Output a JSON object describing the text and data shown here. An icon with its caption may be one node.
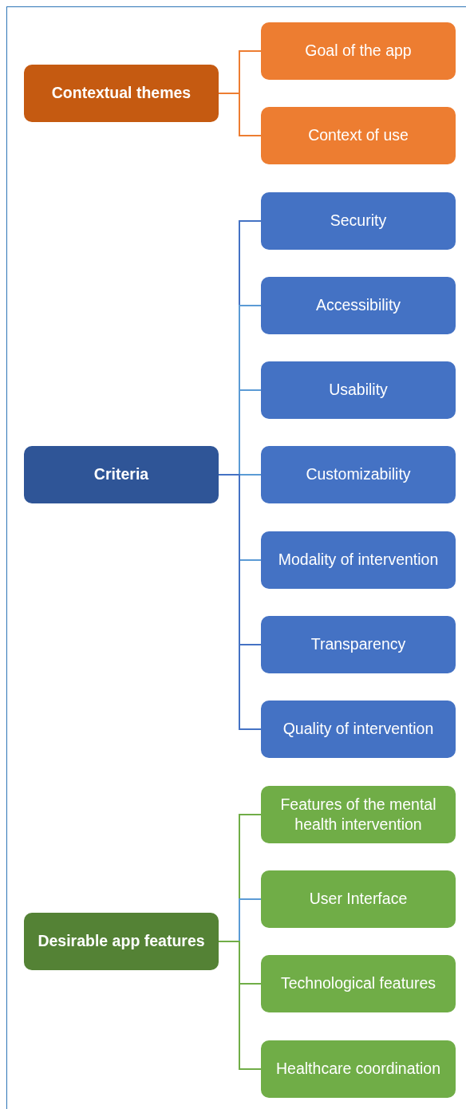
{
  "diagram": {
    "nodes": [
      {
        "text": [
          "Contextual themes"
        ]
      },
      {
        "text": [
          "Goal of the app"
        ]
      },
      {
        "text": [
          "Context of use"
        ]
      },
      {
        "text": [
          "Criteria"
        ]
      },
      {
        "text": [
          "Security"
        ]
      },
      {
        "text": [
          "Accessibility"
        ]
      },
      {
        "text": [
          "Usability"
        ]
      },
      {
        "text": [
          "Customizability"
        ]
      },
      {
        "text": [
          "Modality of intervention"
        ]
      },
      {
        "text": [
          "Transparency"
        ]
      },
      {
        "text": [
          "Quality of intervention"
        ]
      },
      {
        "text": [
          "Desirable app features"
        ]
      },
      {
        "text": [
          "Features of the mental health intervention"
        ]
      },
      {
        "text": [
          "User Interface"
        ]
      },
      {
        "text": [
          "Technological features"
        ]
      },
      {
        "text": [
          "Healthcare coordination"
        ]
      }
    ],
    "edges": [
      {
        "from": 0,
        "to": 1,
        "arrow": "none",
        "color": "#ed7d31"
      },
      {
        "from": 0,
        "to": 2,
        "arrow": "none",
        "color": "#ed7d31"
      },
      {
        "from": 3,
        "to": 4,
        "arrow": "none",
        "color": "#4472c4"
      },
      {
        "from": 3,
        "to": 5,
        "arrow": "none",
        "color": "#5b9bd5"
      },
      {
        "from": 3,
        "to": 6,
        "arrow": "none",
        "color": "#5b9bd5"
      },
      {
        "from": 3,
        "to": 7,
        "arrow": "none",
        "color": "#5b9bd5"
      },
      {
        "from": 3,
        "to": 8,
        "arrow": "none",
        "color": "#5b9bd5"
      },
      {
        "from": 3,
        "to": 9,
        "arrow": "none",
        "color": "#4472c4"
      },
      {
        "from": 3,
        "to": 10,
        "arrow": "none",
        "color": "#4472c4"
      },
      {
        "from": 11,
        "to": 12,
        "arrow": "none",
        "color": "#70ad47"
      },
      {
        "from": 11,
        "to": 13,
        "arrow": "none",
        "color": "#5b9bd5"
      },
      {
        "from": 11,
        "to": 14,
        "arrow": "none",
        "color": "#70ad47"
      },
      {
        "from": 11,
        "to": 15,
        "arrow": "none",
        "color": "#70ad47"
      }
    ]
  }
}
